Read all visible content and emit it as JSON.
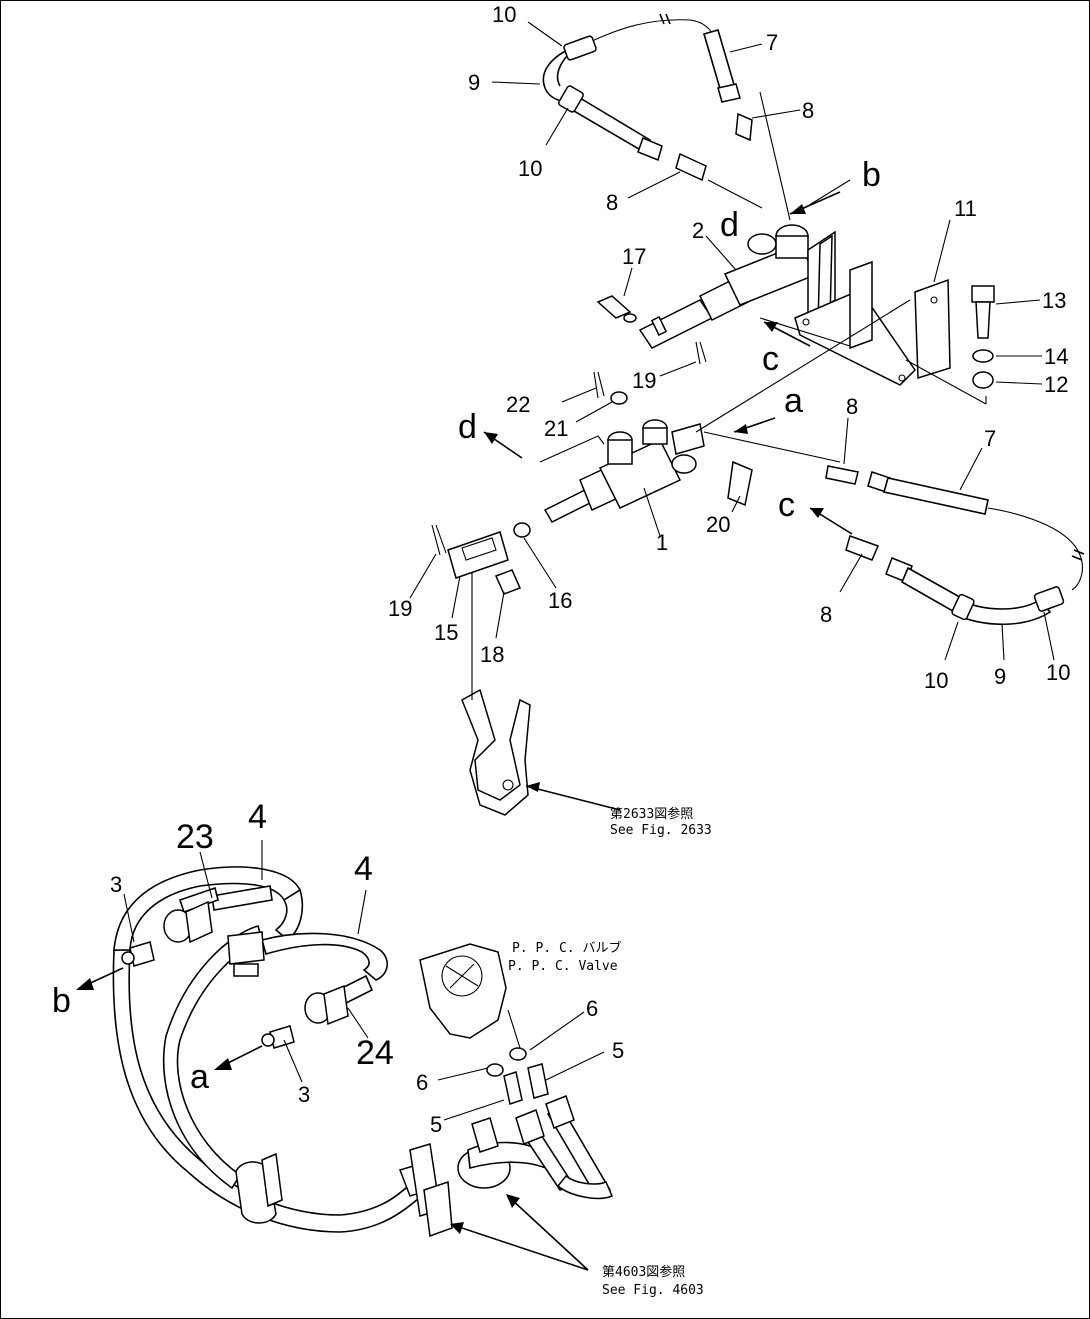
{
  "callouts": {
    "n1": "1",
    "n2": "2",
    "n3": "3",
    "n4": "4",
    "n5": "5",
    "n6": "6",
    "n7": "7",
    "n8": "8",
    "n9": "9",
    "n10": "10",
    "n11": "11",
    "n12": "12",
    "n13": "13",
    "n14": "14",
    "n15": "15",
    "n16": "16",
    "n17": "17",
    "n18": "18",
    "n19": "19",
    "n20": "20",
    "n21": "21",
    "n22": "22",
    "n23": "23",
    "n24": "24"
  },
  "letters": {
    "a": "a",
    "b": "b",
    "c": "c",
    "d": "d"
  },
  "references": {
    "fig2633_jp": "第2633図参照",
    "fig2633_en": "See  Fig. 2633",
    "fig4603_jp": "第4603図参照",
    "fig4603_en": "See  Fig. 4603",
    "ppc_jp": "P. P. C. バルブ",
    "ppc_en": "P. P. C.  Valve"
  }
}
